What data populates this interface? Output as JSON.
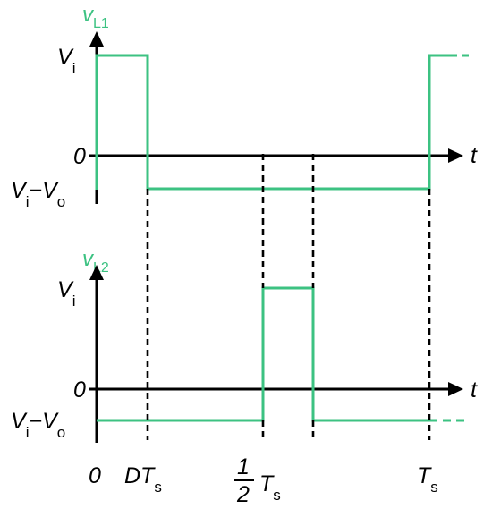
{
  "colors": {
    "wave": "#3cc282",
    "axis": "#000000"
  },
  "top_plot": {
    "signal_name": "v",
    "signal_sub": "L1",
    "level_high_main": "V",
    "level_high_sub": "i",
    "zero_label": "0",
    "level_low_main1": "V",
    "level_low_sub1": "i",
    "level_low_dash": "−V",
    "level_low_sub2": "o",
    "axis_label": "t"
  },
  "bottom_plot": {
    "signal_name": "v",
    "signal_sub": "L2",
    "level_high_main": "V",
    "level_high_sub": "i",
    "zero_label": "0",
    "level_low_main1": "V",
    "level_low_sub1": "i",
    "level_low_dash": "−V",
    "level_low_sub2": "o",
    "axis_label": "t"
  },
  "time_ticks": {
    "origin": "0",
    "dts_main": "DT",
    "dts_sub": "s",
    "half_num": "1",
    "half_den": "2",
    "half_main": "T",
    "half_sub": "s",
    "ts_main": "T",
    "ts_sub": "s"
  }
}
